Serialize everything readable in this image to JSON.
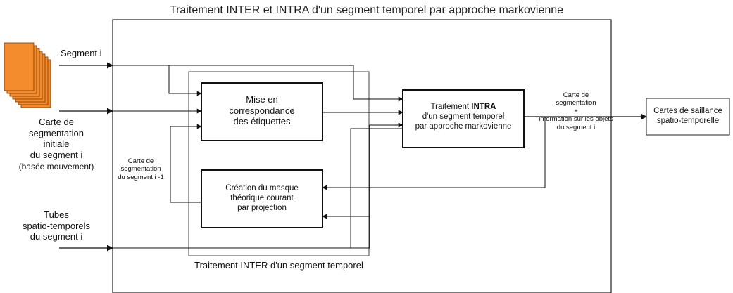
{
  "title": "Traitement INTER et INTRA d'un segment temporel par approche markovienne",
  "inputs": {
    "segment": "Segment i",
    "carte": [
      "Carte de",
      "segmentation",
      "initiale",
      "du segment i"
    ],
    "carte_note": "(basée mouvement)",
    "tubes": [
      "Tubes",
      "spatio-temporels",
      "du segment i"
    ]
  },
  "labels": {
    "prev_carte": [
      "Carte de",
      "segmentation",
      "du segment i -1"
    ],
    "output_info": {
      "line1": "Carte de",
      "line2": "segmentation",
      "line3": "+",
      "line4": "information sur les objets",
      "line5": "du segment i"
    },
    "inter_caption": "Traitement INTER d'un segment temporel"
  },
  "boxes": {
    "mise": [
      "Mise en",
      "correspondance",
      "des étiquettes"
    ],
    "creation": [
      "Création du masque",
      "théorique courant",
      "par projection"
    ],
    "intra": {
      "prefix": "Traitement",
      "bold": "INTRA",
      "line2": "d'un segment temporel",
      "line3": "par approche markovienne"
    },
    "saillance": [
      "Cartes de saillance",
      "spatio-temporelle"
    ]
  },
  "colors": {
    "frame_stack": "#f48b2c",
    "frame_stroke": "#7a3a00",
    "line": "#111111"
  }
}
